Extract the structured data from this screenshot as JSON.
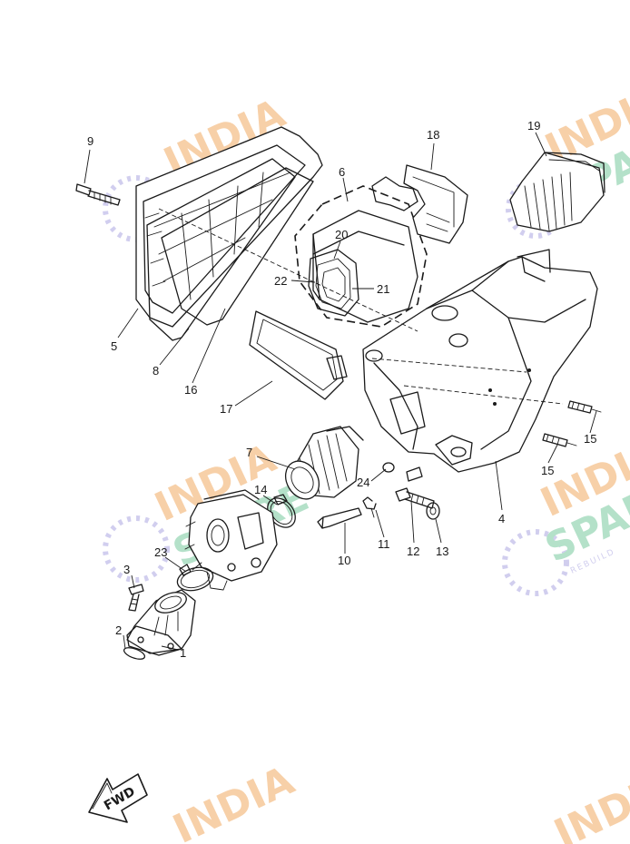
{
  "watermark": {
    "line1": "INDIA",
    "line2": "SPARE",
    "line3": "REBUILD",
    "color_orange": "#f6c89a",
    "color_green": "#a8dcc0",
    "color_purple": "#c9c6ec"
  },
  "fwd_label": "FWD",
  "callouts": [
    {
      "id": "1",
      "label": "1"
    },
    {
      "id": "2",
      "label": "2"
    },
    {
      "id": "3",
      "label": "3"
    },
    {
      "id": "4",
      "label": "4"
    },
    {
      "id": "5",
      "label": "5"
    },
    {
      "id": "6",
      "label": "6"
    },
    {
      "id": "7",
      "label": "7"
    },
    {
      "id": "8",
      "label": "8"
    },
    {
      "id": "9",
      "label": "9"
    },
    {
      "id": "10",
      "label": "10"
    },
    {
      "id": "11",
      "label": "11"
    },
    {
      "id": "12",
      "label": "12"
    },
    {
      "id": "13",
      "label": "13"
    },
    {
      "id": "14",
      "label": "14"
    },
    {
      "id": "15a",
      "label": "15"
    },
    {
      "id": "15b",
      "label": "15"
    },
    {
      "id": "16",
      "label": "16"
    },
    {
      "id": "17",
      "label": "17"
    },
    {
      "id": "18",
      "label": "18"
    },
    {
      "id": "19",
      "label": "19"
    },
    {
      "id": "20",
      "label": "20"
    },
    {
      "id": "21",
      "label": "21"
    },
    {
      "id": "22",
      "label": "22"
    },
    {
      "id": "23",
      "label": "23"
    },
    {
      "id": "24",
      "label": "24"
    }
  ]
}
